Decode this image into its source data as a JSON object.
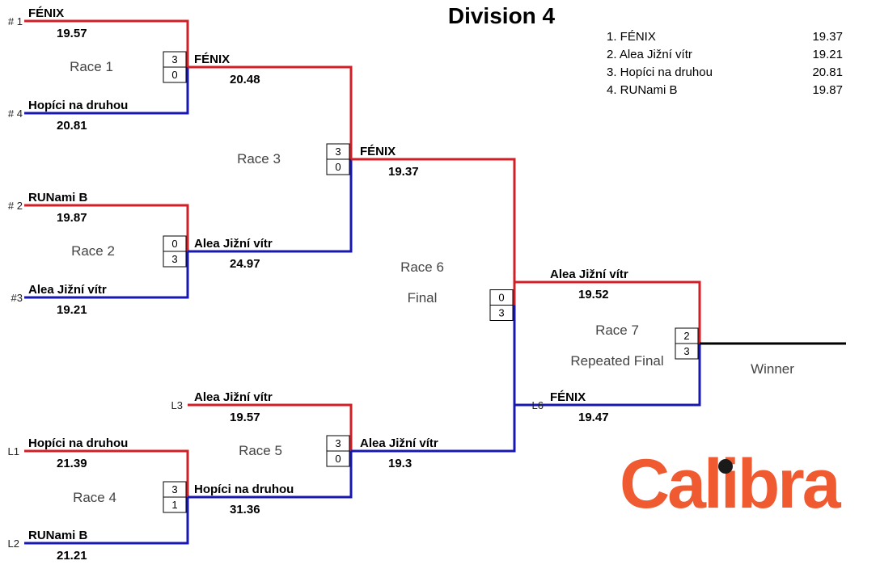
{
  "title": "Division 4",
  "standings": [
    {
      "rank": "1. FÉNIX",
      "time": "19.37"
    },
    {
      "rank": "2. Alea Jižní vítr",
      "time": "19.21"
    },
    {
      "rank": "3. Hopíci na druhou",
      "time": "20.81"
    },
    {
      "rank": "4. RUNami B",
      "time": "19.87"
    }
  ],
  "colors": {
    "upper": "#d01f26",
    "lower": "#1818b0",
    "winner_line": "#000000",
    "logo": "#f05a30"
  },
  "logo": {
    "text": "Calibra"
  },
  "winner_label": "Winner",
  "races": [
    {
      "id": "race-1",
      "label": "Race 1",
      "sublabel": "",
      "top": {
        "seed": "# 1",
        "team": "FÉNIX",
        "time": "19.57"
      },
      "bottom": {
        "seed": "# 4",
        "team": "Hopíci na druhou",
        "time": "20.81"
      },
      "scores": [
        "3",
        "0"
      ]
    },
    {
      "id": "race-2",
      "label": "Race 2",
      "sublabel": "",
      "top": {
        "seed": "# 2",
        "team": "RUNami B",
        "time": "19.87"
      },
      "bottom": {
        "seed": "#3",
        "team": "Alea Jižní vítr",
        "time": "19.21"
      },
      "scores": [
        "0",
        "3"
      ]
    },
    {
      "id": "race-3",
      "label": "Race 3",
      "sublabel": "",
      "top": {
        "seed": "",
        "team": "FÉNIX",
        "time": "20.48"
      },
      "bottom": {
        "seed": "",
        "team": "Alea Jižní vítr",
        "time": "24.97"
      },
      "scores": [
        "3",
        "0"
      ]
    },
    {
      "id": "race-4",
      "label": "Race 4",
      "sublabel": "",
      "top": {
        "seed": "L1",
        "team": "Hopíci na druhou",
        "time": "21.39"
      },
      "bottom": {
        "seed": "L2",
        "team": "RUNami B",
        "time": "21.21"
      },
      "scores": [
        "3",
        "1"
      ]
    },
    {
      "id": "race-5",
      "label": "Race 5",
      "sublabel": "",
      "top": {
        "seed": "L3",
        "team": "Alea Jižní vítr",
        "time": "19.57"
      },
      "bottom": {
        "seed": "",
        "team": "Hopíci na druhou",
        "time": "31.36"
      },
      "scores": [
        "3",
        "0"
      ]
    },
    {
      "id": "race-6",
      "label": "Race 6",
      "sublabel": "Final",
      "top": {
        "seed": "",
        "team": "FÉNIX",
        "time": "19.37"
      },
      "bottom": {
        "seed": "",
        "team": "Alea Jižní vítr",
        "time": "19.3"
      },
      "scores": [
        "0",
        "3"
      ]
    },
    {
      "id": "race-7",
      "label": "Race 7",
      "sublabel": "Repeated Final",
      "top": {
        "seed": "",
        "team": "Alea Jižní vítr",
        "time": "19.52"
      },
      "bottom": {
        "seed": "L6",
        "team": "FÉNIX",
        "time": "19.47"
      },
      "scores": [
        "2",
        "3"
      ]
    }
  ]
}
